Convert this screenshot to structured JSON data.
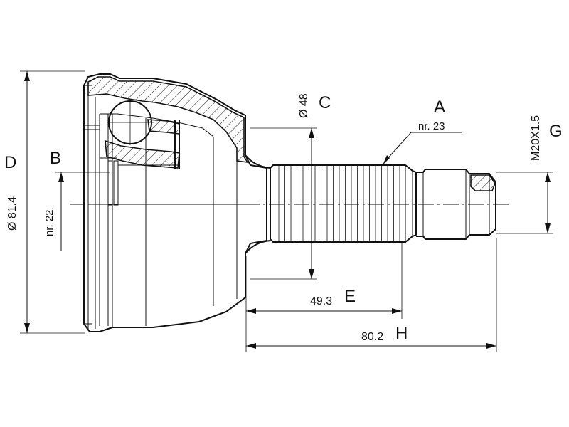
{
  "labels": {
    "A": "A",
    "B": "B",
    "C": "C",
    "D": "D",
    "E": "E",
    "G": "G",
    "H": "H"
  },
  "dimensions": {
    "spline_outer": "nr. 23",
    "spline_inner": "nr. 22",
    "shaft_diameter": "Ø 48",
    "outer_diameter": "Ø 81.4",
    "thread": "M20X1.5",
    "shaft_length": "49.3",
    "total_length": "80.2"
  }
}
